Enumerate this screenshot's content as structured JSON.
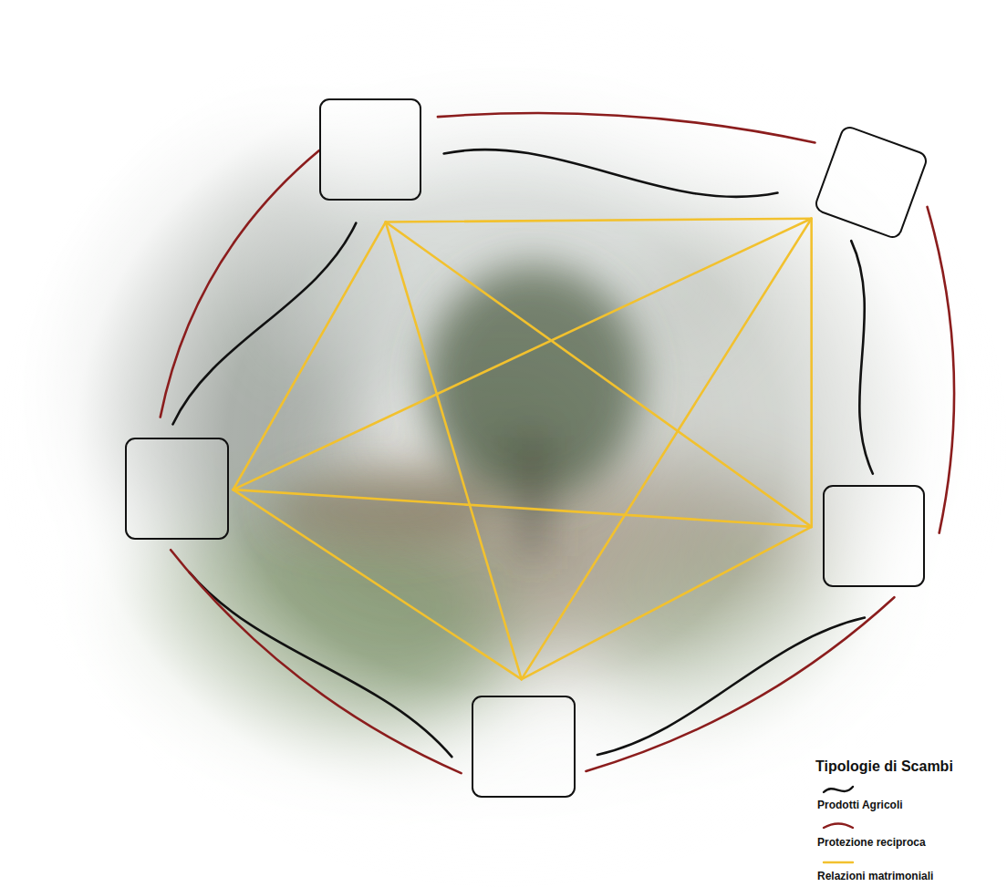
{
  "diagram": {
    "nodes": [
      {
        "text": []
      },
      {
        "text": []
      },
      {
        "text": []
      },
      {
        "text": []
      },
      {
        "text": []
      }
    ],
    "edges": [
      {
        "from": 0,
        "to": 1,
        "arrow": "none"
      },
      {
        "from": 1,
        "to": 3,
        "arrow": "none"
      },
      {
        "from": 3,
        "to": 4,
        "arrow": "none"
      },
      {
        "from": 4,
        "to": 2,
        "arrow": "none"
      },
      {
        "from": 2,
        "to": 0,
        "arrow": "none"
      },
      {
        "from": 0,
        "to": 1,
        "arrow": "none"
      },
      {
        "from": 1,
        "to": 3,
        "arrow": "none"
      },
      {
        "from": 3,
        "to": 4,
        "arrow": "none"
      },
      {
        "from": 4,
        "to": 2,
        "arrow": "none"
      },
      {
        "from": 2,
        "to": 0,
        "arrow": "none"
      },
      {
        "from": 0,
        "to": 1,
        "arrow": "none"
      },
      {
        "from": 0,
        "to": 2,
        "arrow": "none"
      },
      {
        "from": 0,
        "to": 3,
        "arrow": "none"
      },
      {
        "from": 0,
        "to": 4,
        "arrow": "none"
      },
      {
        "from": 1,
        "to": 2,
        "arrow": "none"
      },
      {
        "from": 1,
        "to": 3,
        "arrow": "none"
      },
      {
        "from": 1,
        "to": 4,
        "arrow": "none"
      },
      {
        "from": 2,
        "to": 3,
        "arrow": "none"
      },
      {
        "from": 2,
        "to": 4,
        "arrow": "none"
      },
      {
        "from": 3,
        "to": 4,
        "arrow": "none"
      }
    ],
    "labels": [
      "Tipologie di Scambi"
    ],
    "legend": [
      {
        "text": "Prodotti Agricoli"
      },
      {
        "text": "Protezione reciproca"
      },
      {
        "text": "Relazioni matrimoniali"
      }
    ]
  }
}
